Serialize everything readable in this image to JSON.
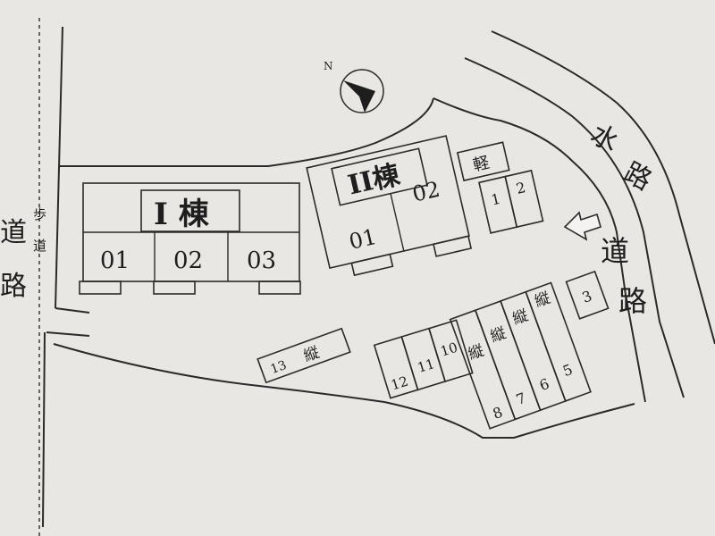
{
  "compass": {
    "north_label": "N"
  },
  "roads": {
    "left_road": [
      "道",
      "路"
    ],
    "sidewalk": [
      "歩",
      "道"
    ],
    "waterway_road": [
      "水",
      "路"
    ],
    "right_road": [
      "道",
      "路"
    ]
  },
  "building_1": {
    "label": "I 棟",
    "units": [
      "01",
      "02",
      "03"
    ]
  },
  "building_2": {
    "label": "II棟",
    "units": [
      "01",
      "02"
    ]
  },
  "parking": {
    "light_car_label": "軽",
    "small_slots": [
      "1",
      "2"
    ],
    "slot_3": "3",
    "vertical_label": "縦",
    "vertical_slots": [
      "5",
      "6",
      "7",
      "8"
    ],
    "front_slots": [
      "10",
      "11",
      "12"
    ],
    "slot_13": "13"
  },
  "colors": {
    "paper": "#e9e7e4",
    "ink": "#2a2a2a",
    "shade": "#cfccc8"
  },
  "icons": {
    "compass": "north-arrow-icon",
    "entrance": "entrance-arrow-icon"
  }
}
